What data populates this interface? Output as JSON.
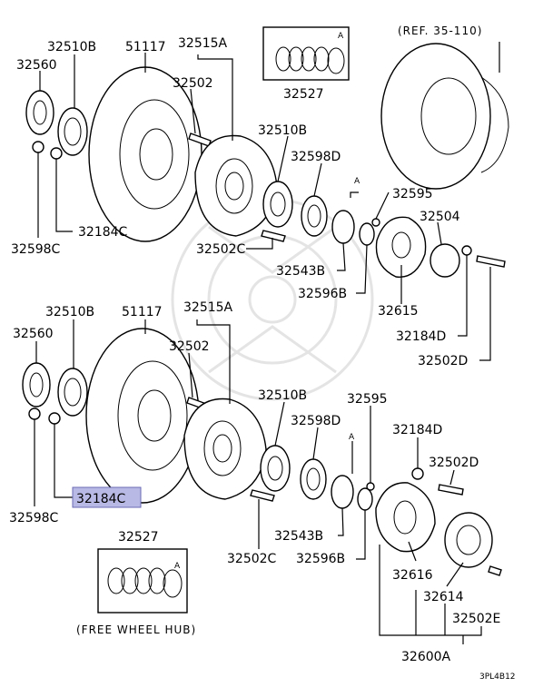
{
  "labels": {
    "l_32510b_top": "32510B",
    "l_51117_top": "51117",
    "l_32515a_top": "32515A",
    "l_32560_top": "32560",
    "l_32502_top": "32502",
    "l_32527_top": "32527",
    "l_a_box_top": "A",
    "l_ref": "(REF. 35-110)",
    "l_32510b_mid_top": "32510B",
    "l_32598d_top": "32598D",
    "l_a_top": "A",
    "l_32595_top": "32595",
    "l_32504": "32504",
    "l_32184c_top": "32184C",
    "l_32502c_top": "32502C",
    "l_32598c_top": "32598C",
    "l_32543b_top": "32543B",
    "l_32596b_top": "32596B",
    "l_32615": "32615",
    "l_32184d_top": "32184D",
    "l_32502d_top": "32502D",
    "l_32510b_bot": "32510B",
    "l_51117_bot": "51117",
    "l_32515a_bot": "32515A",
    "l_32560_bot": "32560",
    "l_32502_bot": "32502",
    "l_32510b_mid_bot": "32510B",
    "l_32595_bot": "32595",
    "l_32598d_bot": "32598D",
    "l_32184d_bot": "32184D",
    "l_a_bot": "A",
    "l_32502d_bot": "32502D",
    "l_32184c_bot": "32184C",
    "l_32598c_bot": "32598C",
    "l_32543b_bot": "32543B",
    "l_32502c_bot": "32502C",
    "l_32596b_bot": "32596B",
    "l_32527_bot": "32527",
    "l_a_box_bot": "A",
    "l_32616": "32616",
    "l_32614": "32614",
    "l_32502e": "32502E",
    "l_free_wheel": "(FREE WHEEL HUB)",
    "l_32600a": "32600A",
    "l_code": "3PL4B12"
  },
  "highlight": {
    "part": "32184C",
    "fill": "#b9b9e6",
    "stroke": "#6a6ab4"
  },
  "colors": {
    "line": "#000000",
    "background": "#ffffff",
    "watermark": "#e4e4e4"
  }
}
